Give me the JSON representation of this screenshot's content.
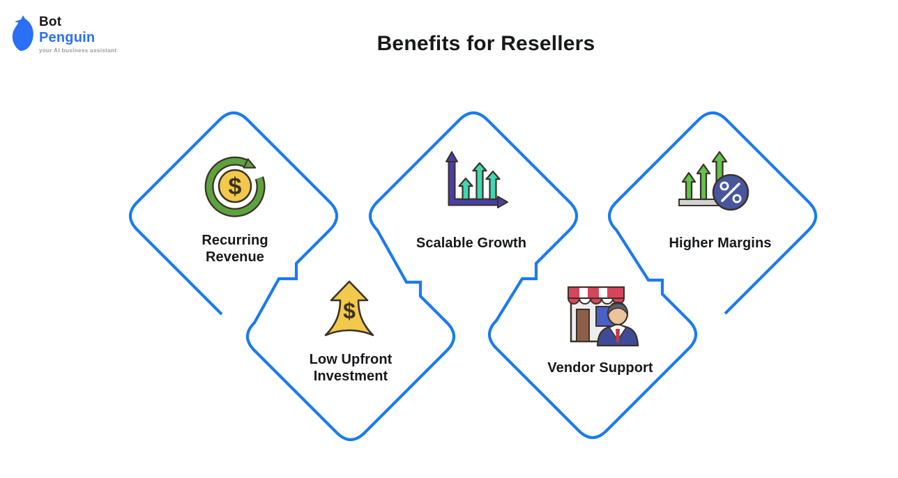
{
  "page": {
    "title": "Benefits for Resellers",
    "background": "#ffffff"
  },
  "logo": {
    "name_line1": "Bot",
    "name_line2": "Penguin",
    "tagline": "your AI business assistant",
    "icon": "penguin-icon"
  },
  "cards": [
    {
      "id": "recurring-revenue",
      "label": "Recurring\nRevenue",
      "icon": "recurring-revenue-icon"
    },
    {
      "id": "scalable-growth",
      "label": "Scalable Growth",
      "icon": "scalable-growth-icon"
    },
    {
      "id": "higher-margins",
      "label": "Higher Margins",
      "icon": "higher-margins-icon"
    },
    {
      "id": "low-upfront-investment",
      "label": "Low Upfront\nInvestment",
      "icon": "low-upfront-investment-icon"
    },
    {
      "id": "vendor-support",
      "label": "Vendor Support",
      "icon": "vendor-support-icon"
    }
  ],
  "icon_glyphs": {
    "dollar": "$"
  },
  "theme": {
    "accent": "#1a7bef",
    "ink": "#17181b",
    "logo_blue": "#2970f6",
    "tagline_gray": "#9b9b9b",
    "outline": "#3a3126",
    "coin_yellow": "#f3c94b",
    "ring_green": "#5da23e",
    "bar_teal": "#3fd7b4",
    "axis_purple": "#4a3fa5",
    "arrow_green": "#62c24e",
    "base_gray": "#d2d2d4",
    "circle_navy": "#47569e",
    "awning_red": "#d6455b",
    "awning_white": "#ffffff",
    "building_gray": "#ededf0",
    "door_brown": "#8d5f49",
    "window_blue": "#4a5fc8",
    "suit_navy": "#3e4b97",
    "tie_red": "#c13b47",
    "skin": "#e9c49c",
    "hair_gray": "#5a5f6b"
  }
}
